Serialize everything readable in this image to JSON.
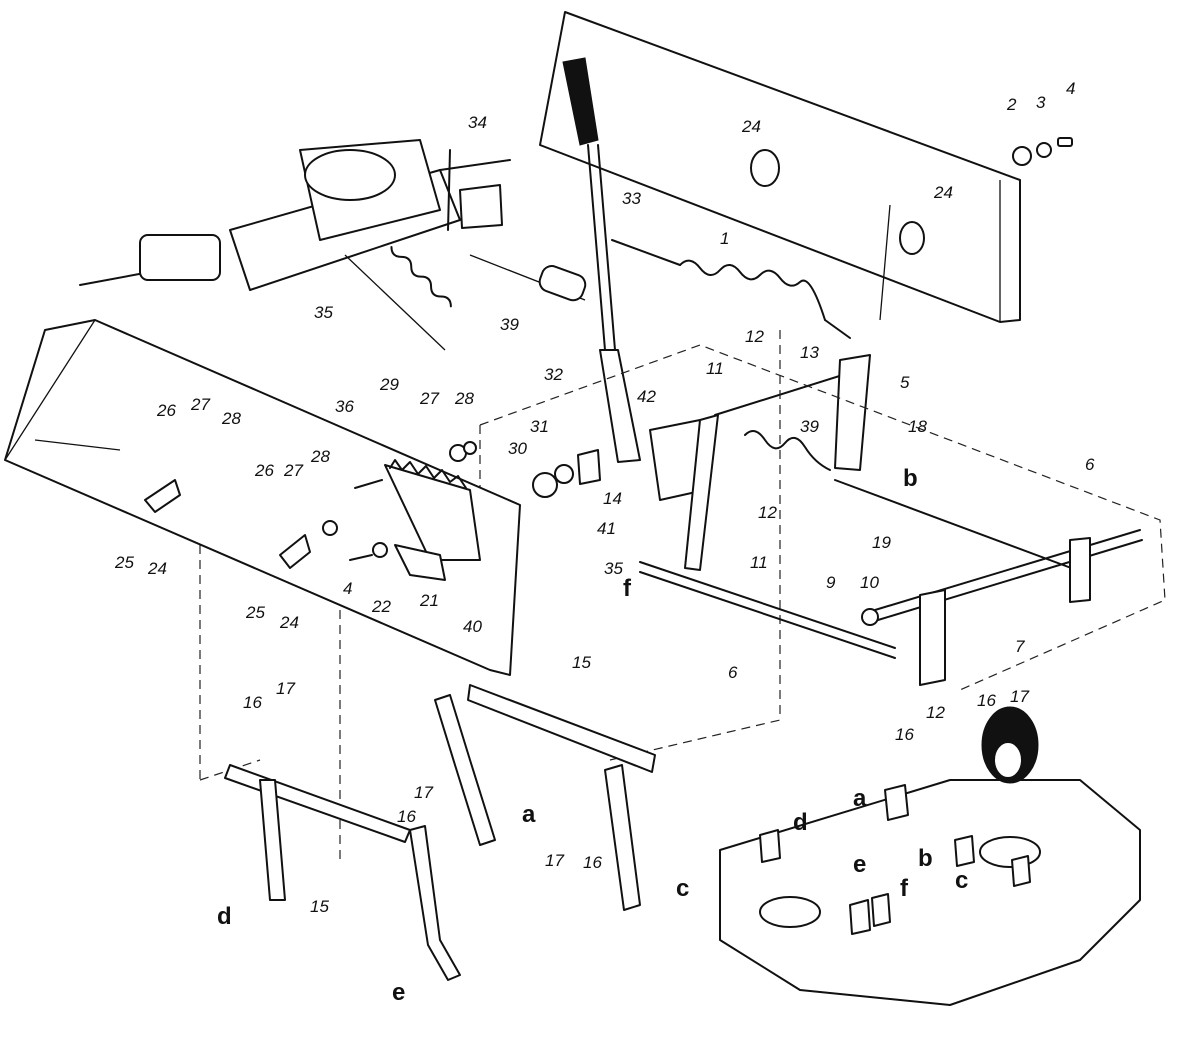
{
  "diagram": {
    "part_numbers": [
      "1",
      "2",
      "3",
      "4",
      "5",
      "6",
      "7",
      "9",
      "10",
      "11",
      "12",
      "13",
      "14",
      "15",
      "16",
      "17",
      "18",
      "19",
      "21",
      "22",
      "24",
      "25",
      "26",
      "27",
      "28",
      "29",
      "30",
      "31",
      "32",
      "33",
      "34",
      "35",
      "36",
      "39",
      "40",
      "41",
      "42"
    ],
    "connection_letters": [
      "a",
      "b",
      "c",
      "d",
      "e",
      "f"
    ]
  }
}
